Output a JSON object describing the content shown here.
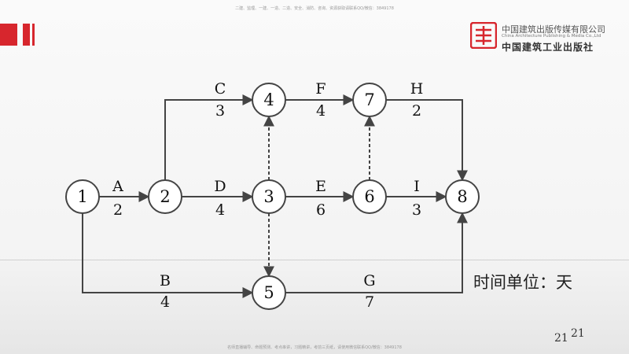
{
  "header": {
    "top_note": "二建、监理、一建、一造、二造、安全、消防、咨询、资源获取请联系QQ/微信：3849178",
    "publisher_cn": "中国建筑出版传媒有限公司",
    "publisher_en": "China Architecture Publishing & Media Co.,Ltd",
    "publisher_cal": "中国建筑工业出版社",
    "accent_color": "#d7262d"
  },
  "diagram": {
    "nodes": [
      {
        "id": "1",
        "label": "1"
      },
      {
        "id": "2",
        "label": "2"
      },
      {
        "id": "3",
        "label": "3"
      },
      {
        "id": "4",
        "label": "4"
      },
      {
        "id": "5",
        "label": "5"
      },
      {
        "id": "6",
        "label": "6"
      },
      {
        "id": "7",
        "label": "7"
      },
      {
        "id": "8",
        "label": "8"
      }
    ],
    "activities": [
      {
        "name": "A",
        "duration": "2",
        "from": "1",
        "to": "2"
      },
      {
        "name": "B",
        "duration": "4",
        "from": "1",
        "to": "5"
      },
      {
        "name": "C",
        "duration": "3",
        "from": "2",
        "to": "4"
      },
      {
        "name": "D",
        "duration": "4",
        "from": "2",
        "to": "3"
      },
      {
        "name": "E",
        "duration": "6",
        "from": "3",
        "to": "6"
      },
      {
        "name": "F",
        "duration": "4",
        "from": "4",
        "to": "7"
      },
      {
        "name": "G",
        "duration": "7",
        "from": "5",
        "to": "8"
      },
      {
        "name": "H",
        "duration": "2",
        "from": "7",
        "to": "8"
      },
      {
        "name": "I",
        "duration": "3",
        "from": "6",
        "to": "8"
      }
    ],
    "dummies": [
      {
        "from": "3",
        "to": "4"
      },
      {
        "from": "3",
        "to": "5"
      },
      {
        "from": "6",
        "to": "7"
      }
    ],
    "unit_label": "时间单位：天"
  },
  "footer": {
    "bottom_note": "名师直播辅导、命题预测、考点串讲，习题精讲，考前三页纸，请使用微信联系QQ/微信：3849178",
    "page_number": "21",
    "page_number_2": "21"
  }
}
